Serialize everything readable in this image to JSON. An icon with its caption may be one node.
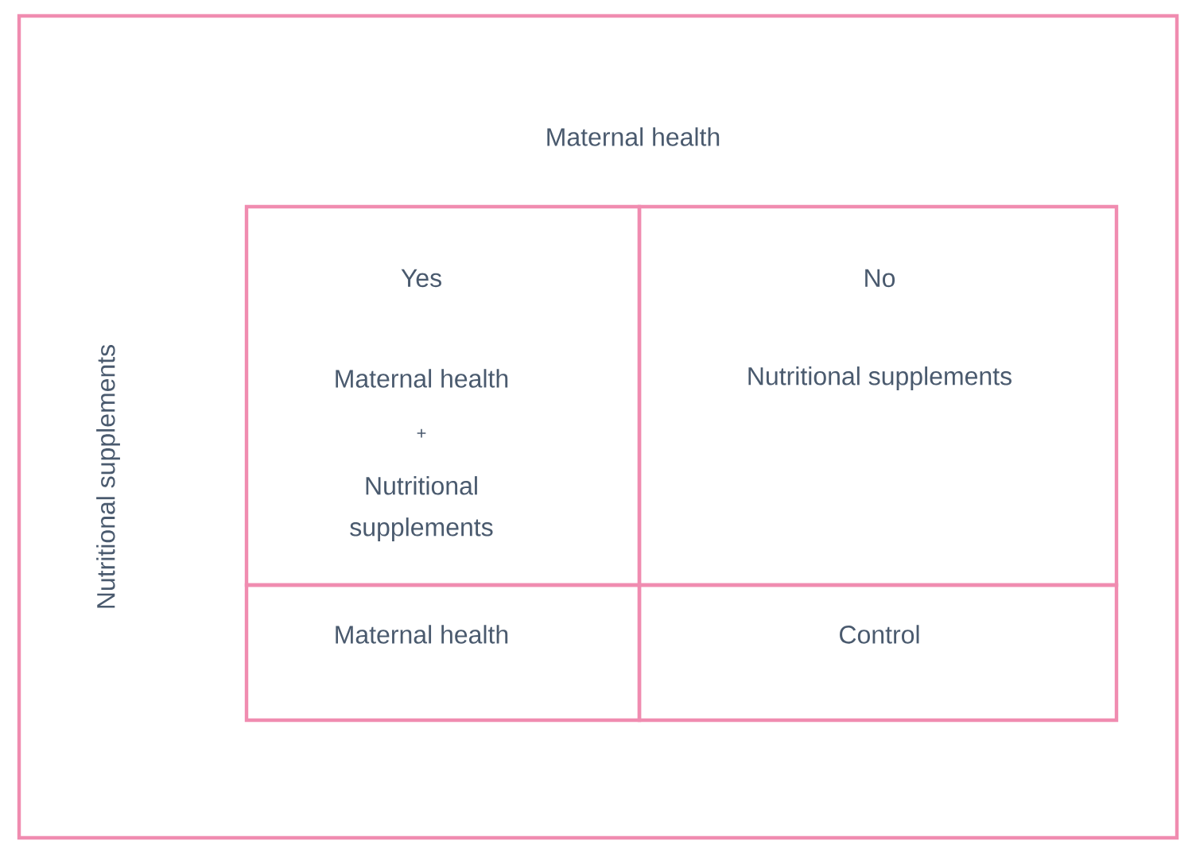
{
  "diagram": {
    "nodes": [
      {
        "text": [
          "Maternal health",
          "Nutritional supplements"
        ]
      },
      {
        "text": [
          "Yes",
          "Maternal health",
          "+",
          "Nutritional supplements"
        ],
        "in": 0
      },
      {
        "text": [
          "No",
          "Nutritional supplements"
        ],
        "in": 0
      },
      {
        "text": [
          "Maternal health"
        ],
        "in": 0
      },
      {
        "text": [
          "Control"
        ],
        "in": 0
      }
    ]
  }
}
